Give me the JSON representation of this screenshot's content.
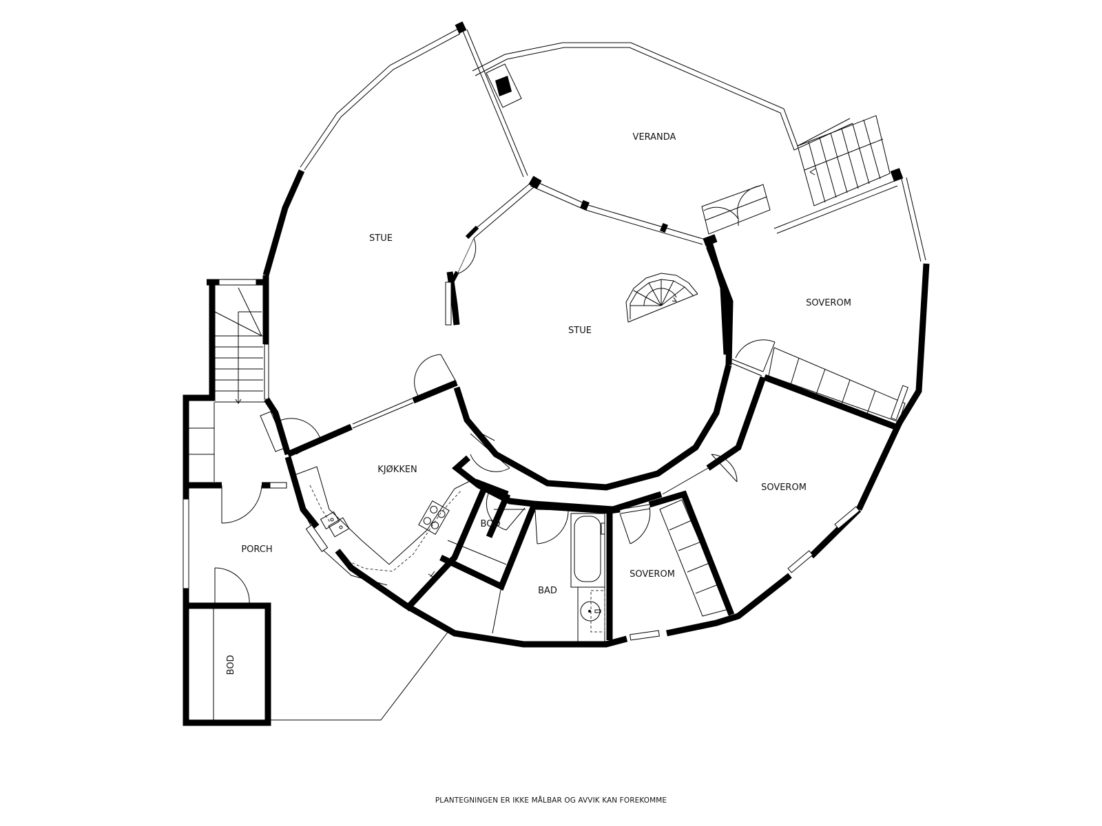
{
  "rooms": {
    "veranda": "VERANDA",
    "stue_outer": "STUE",
    "stue_center": "STUE",
    "soverom_ne": "SOVEROM",
    "soverom_e": "SOVEROM",
    "soverom_s": "SOVEROM",
    "kjokken": "KJØKKEN",
    "bod_inner": "BOD",
    "bad": "BAD",
    "porch": "PORCH",
    "bod_outer": "BOD"
  },
  "disclaimer": "PLANTEGNINGEN ER IKKE MÅLBAR OG AVVIK KAN FOREKOMME",
  "colors": {
    "wall": "#000000",
    "background": "#ffffff"
  }
}
